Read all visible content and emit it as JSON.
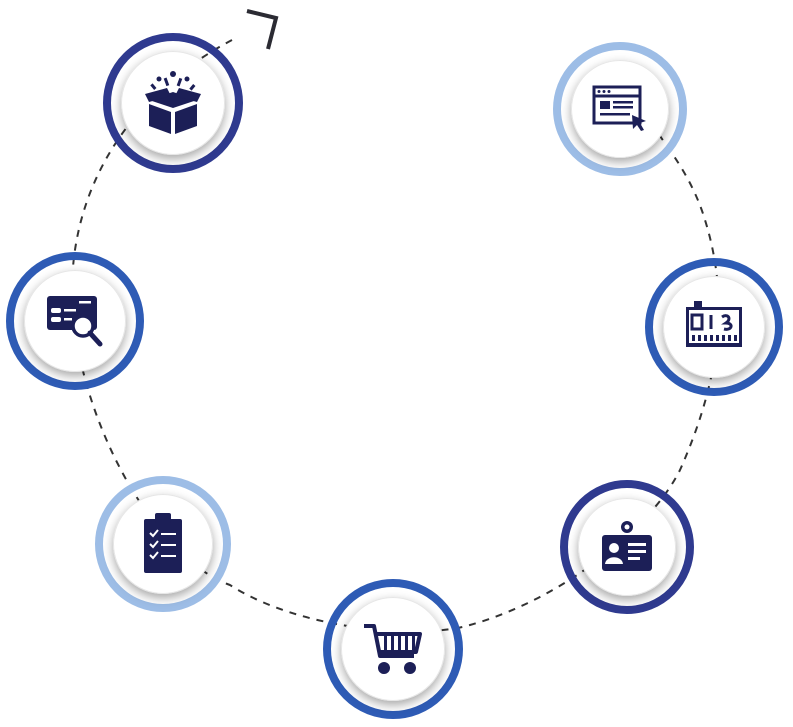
{
  "colors": {
    "ring_dark": "#2f3a8f",
    "ring_medium": "#2e5bb5",
    "ring_light": "#9dbde6",
    "icon": "#1c1f57",
    "dash": "#333333"
  },
  "nodes": [
    {
      "name": "gift-box-icon",
      "ring": "ring_dark"
    },
    {
      "name": "browser-window-icon",
      "ring": "ring_light"
    },
    {
      "name": "counter-display-icon",
      "ring": "ring_medium"
    },
    {
      "name": "id-card-icon",
      "ring": "ring_dark"
    },
    {
      "name": "shopping-cart-icon",
      "ring": "ring_medium"
    },
    {
      "name": "clipboard-checklist-icon",
      "ring": "ring_light"
    },
    {
      "name": "card-search-icon",
      "ring": "ring_medium"
    }
  ]
}
